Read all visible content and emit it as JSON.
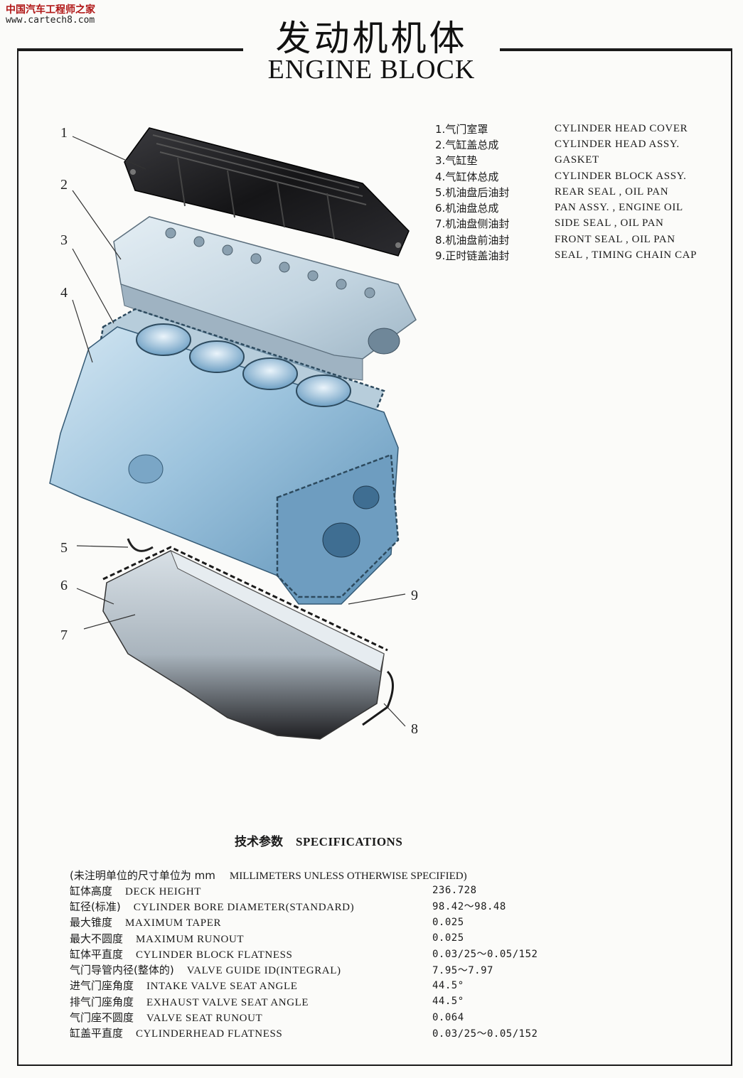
{
  "watermark": {
    "site_cn": "中国汽车工程师之家",
    "url": "www.cartech8.com"
  },
  "title": {
    "cn": "发动机机体",
    "en": "ENGINE BLOCK"
  },
  "legend": [
    {
      "num": "1.",
      "cn": "气门室罩",
      "en": "CYLINDER HEAD COVER"
    },
    {
      "num": "2.",
      "cn": "气缸盖总成",
      "en": "CYLINDER HEAD ASSY."
    },
    {
      "num": "3.",
      "cn": "气缸垫",
      "en": "GASKET"
    },
    {
      "num": "4.",
      "cn": "气缸体总成",
      "en": "CYLINDER BLOCK ASSY."
    },
    {
      "num": "5.",
      "cn": "机油盘后油封",
      "en": "REAR SEAL , OIL PAN"
    },
    {
      "num": "6.",
      "cn": "机油盘总成",
      "en": "PAN ASSY. , ENGINE OIL"
    },
    {
      "num": "7.",
      "cn": "机油盘侧油封",
      "en": "SIDE SEAL , OIL PAN"
    },
    {
      "num": "8.",
      "cn": "机油盘前油封",
      "en": "FRONT SEAL , OIL PAN"
    },
    {
      "num": "9.",
      "cn": "正时链盖油封",
      "en": "SEAL , TIMING CHAIN CAP"
    }
  ],
  "callouts": [
    "1",
    "2",
    "3",
    "4",
    "5",
    "6",
    "7",
    "8",
    "9"
  ],
  "specifications": {
    "heading_cn": "技术参数",
    "heading_en": "SPECIFICATIONS",
    "note_cn": "(未注明单位的尺寸单位为 mm",
    "note_en": "MILLIMETERS UNLESS OTHERWISE SPECIFIED)",
    "rows": [
      {
        "cn": "缸体高度",
        "en": "DECK HEIGHT",
        "value": "236.728"
      },
      {
        "cn": "缸径(标准)",
        "en": "CYLINDER BORE DIAMETER(STANDARD)",
        "value": "98.42～98.48"
      },
      {
        "cn": "最大锥度",
        "en": "MAXIMUM TAPER",
        "value": "0.025"
      },
      {
        "cn": "最大不圆度",
        "en": "MAXIMUM RUNOUT",
        "value": "0.025"
      },
      {
        "cn": "缸体平直度",
        "en": "CYLINDER BLOCK FLATNESS",
        "value": "0.03/25～0.05/152"
      },
      {
        "cn": "气门导管内径(整体的)",
        "en": "VALVE GUIDE ID(INTEGRAL)",
        "value": "7.95～7.97"
      },
      {
        "cn": "进气门座角度",
        "en": "INTAKE VALVE SEAT ANGLE",
        "value": "44.5°"
      },
      {
        "cn": "排气门座角度",
        "en": "EXHAUST VALVE SEAT ANGLE",
        "value": "44.5°"
      },
      {
        "cn": "气门座不圆度",
        "en": "VALVE SEAT RUNOUT",
        "value": "0.064"
      },
      {
        "cn": "缸盖平直度",
        "en": "CYLINDERHEAD FLATNESS",
        "value": "0.03/25～0.05/152"
      }
    ]
  },
  "colors": {
    "frame": "#1a1a1a",
    "metal_blue": "#9cc3dd",
    "cover_black": "#1c1c1e",
    "watermark_red": "#b01515"
  }
}
